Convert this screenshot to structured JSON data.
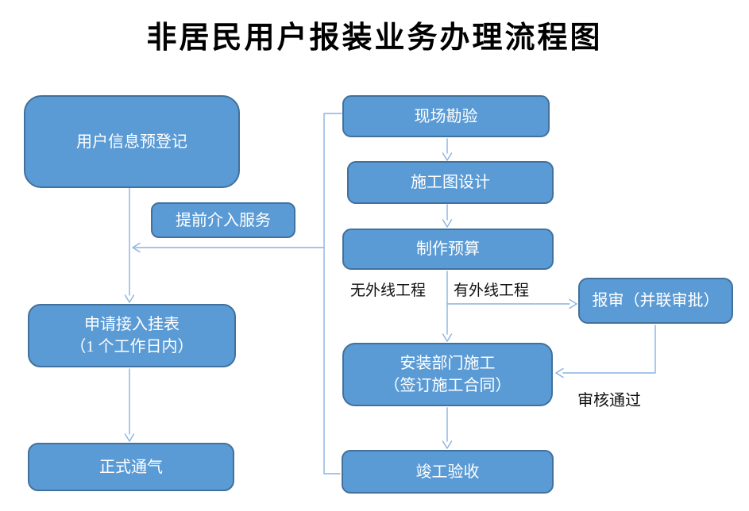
{
  "title": "非居民用户报装业务办理流程图",
  "colors": {
    "box_fill": "#5b9bd5",
    "box_border": "#41719c",
    "connector": "#8ab2e0",
    "box_text": "#ffffff",
    "label_text": "#111111"
  },
  "nodes": {
    "user_preregistration": {
      "label": "用户信息预登记"
    },
    "early_intervention": {
      "label": "提前介入服务"
    },
    "apply_meter": {
      "label": "申请接入挂表\n（1 个工作日内）"
    },
    "official_gas": {
      "label": "正式通气"
    },
    "site_survey": {
      "label": "现场勘验"
    },
    "construction_design": {
      "label": "施工图设计"
    },
    "budget": {
      "label": "制作预算"
    },
    "submit_approval": {
      "label": "报审（并联审批）"
    },
    "installation": {
      "label": "安装部门施工\n（签订施工合同）"
    },
    "completion": {
      "label": "竣工验收"
    }
  },
  "edge_labels": {
    "no_external": "无外线工程",
    "has_external": "有外线工程",
    "review_passed": "审核通过"
  }
}
